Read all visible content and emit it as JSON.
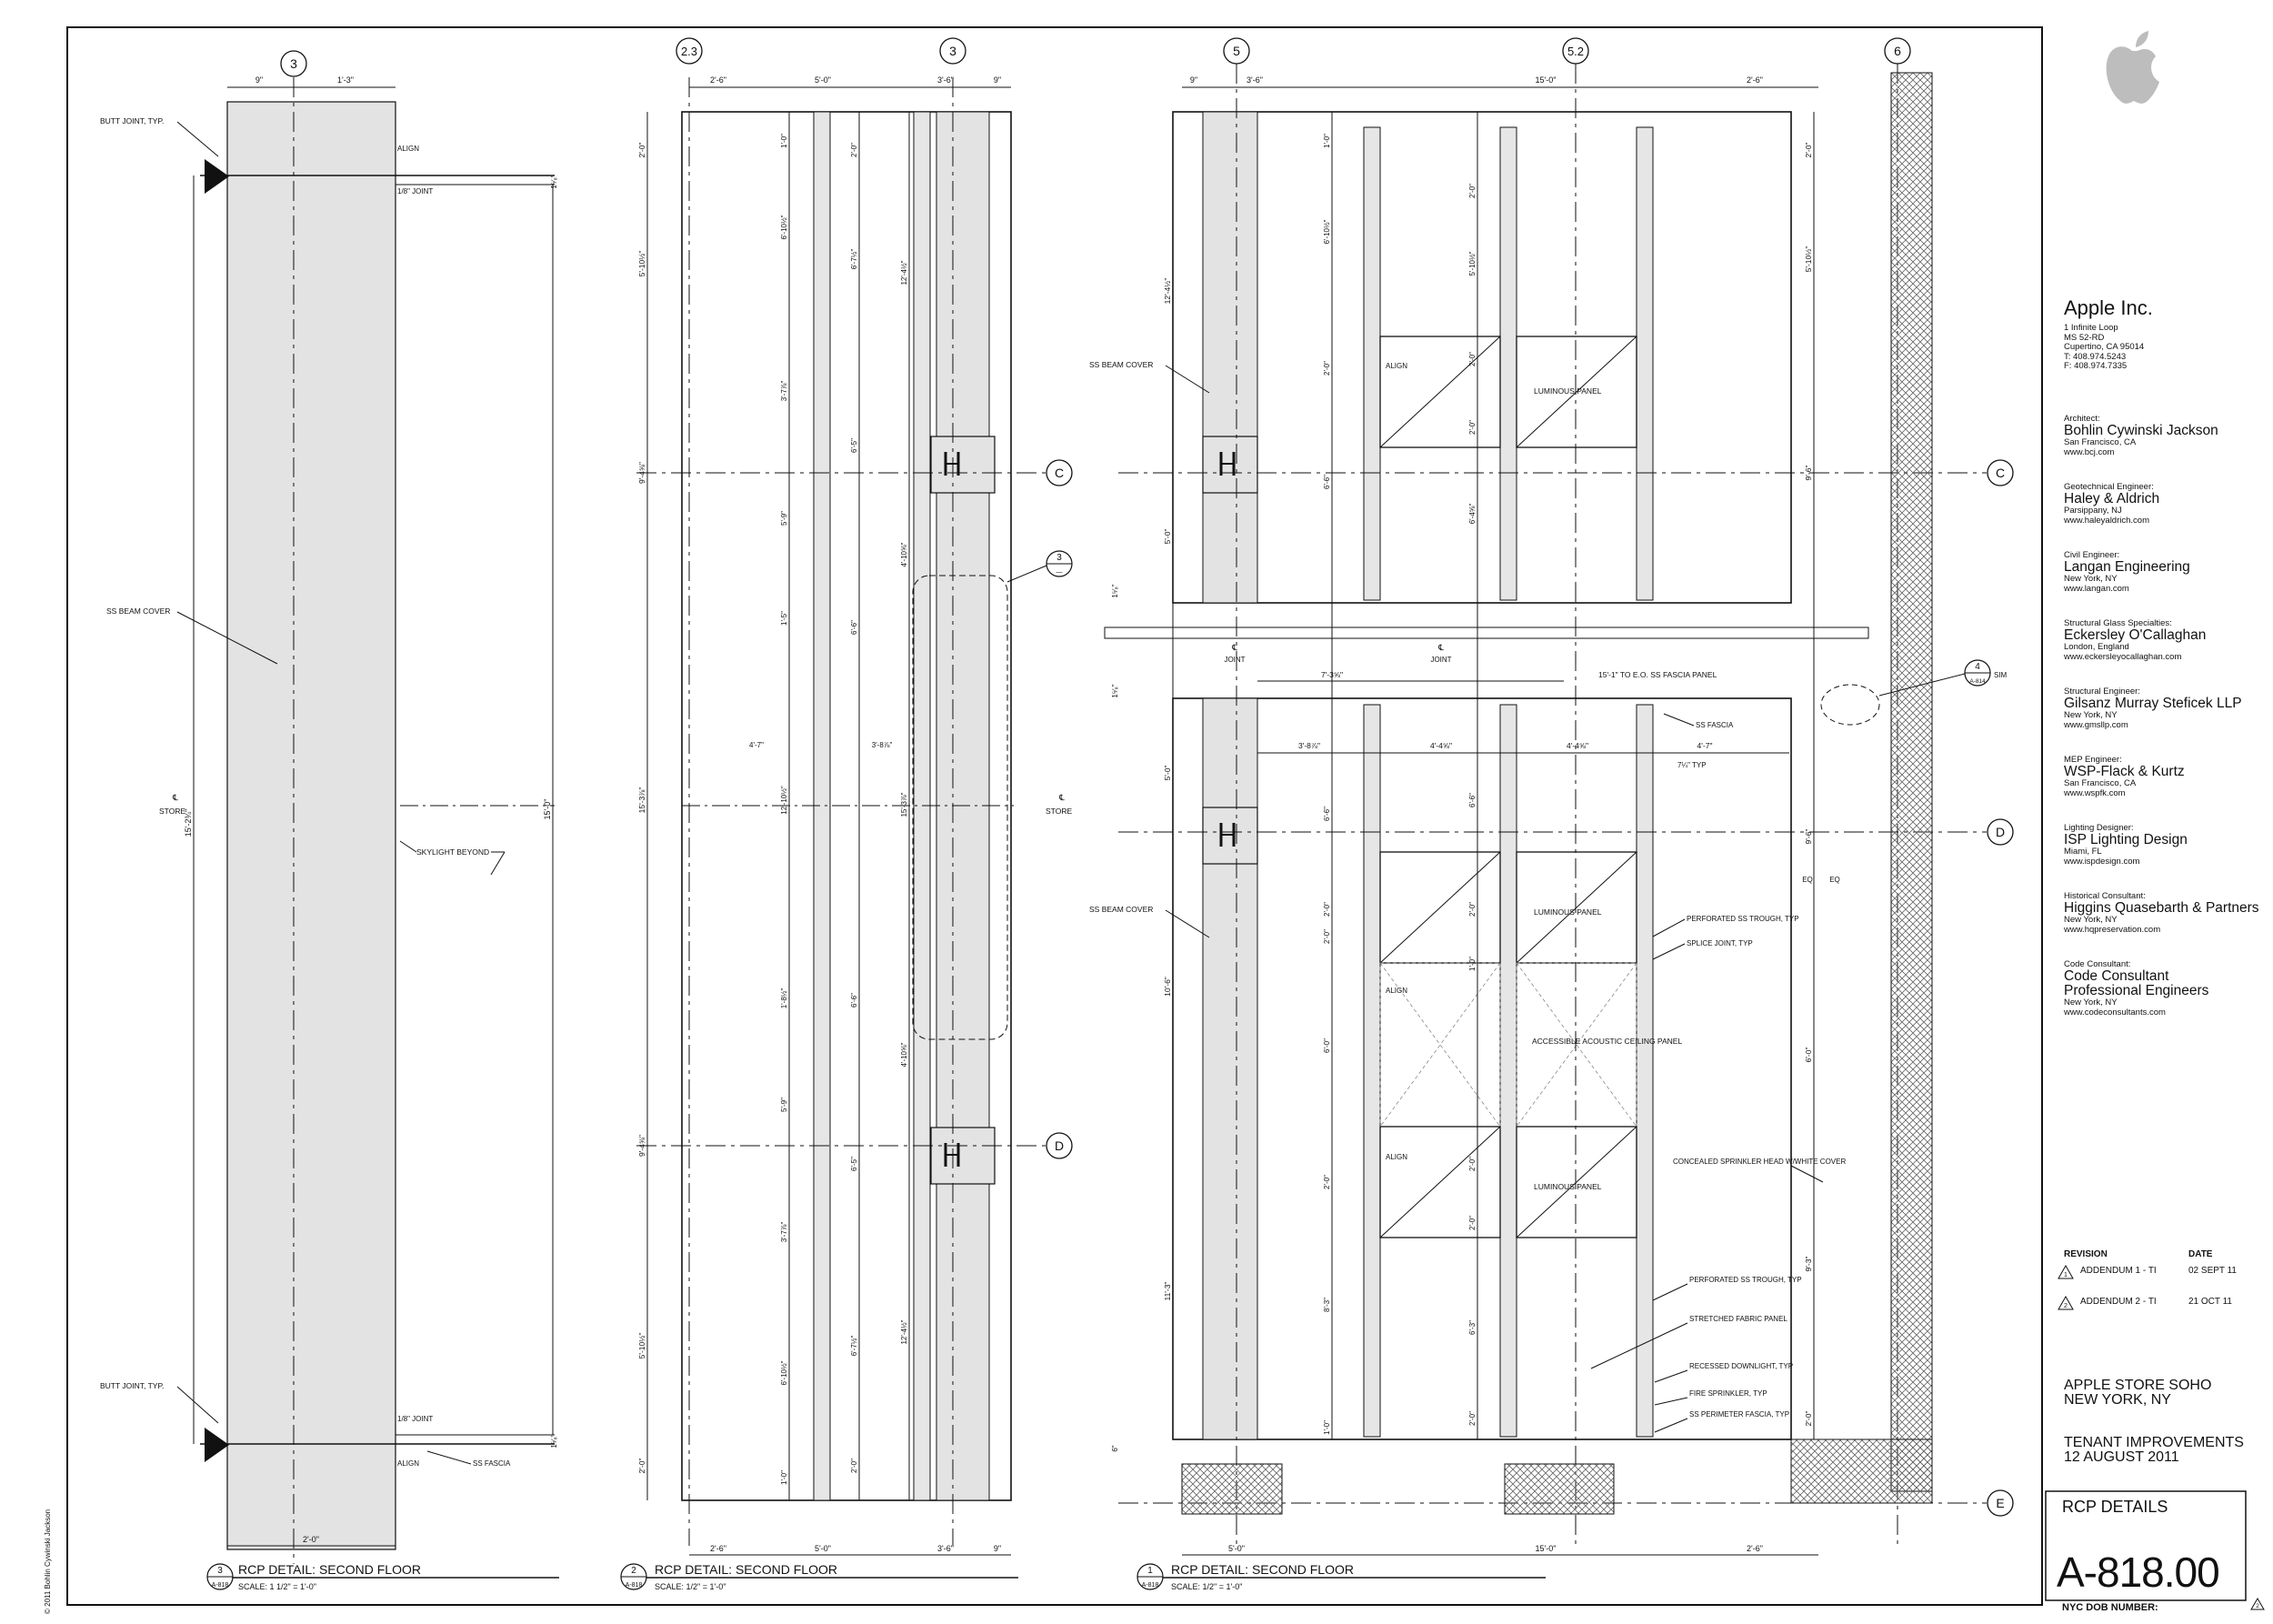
{
  "grid_bubbles": {
    "g3_detail3": "3",
    "g23": "2.3",
    "g3_detail2": "3",
    "g5": "5",
    "g52": "5.2",
    "g6": "6",
    "row_c": "C",
    "row_d": "D",
    "row_e": "E"
  },
  "detail3": {
    "dims_top": [
      "9\"",
      "1'-3\""
    ],
    "dim_bottom": "2'-0\"",
    "dim_left": "15'-2¾\"",
    "dim_right": "15'-0\"",
    "dim_small_top": "1⁵⁄₈\"",
    "dim_small_bottom": "1⁵⁄₈\"",
    "notes": {
      "butt_joint_top": "BUTT JOINT, TYP.",
      "butt_joint_bottom": "BUTT JOINT, TYP.",
      "align_top": "ALIGN",
      "joint_top": "1/8\" JOINT",
      "ss_beam_cover": "SS BEAM COVER",
      "store_cl": "℄",
      "store": "STORE",
      "skylight": "SKYLIGHT BEYOND",
      "joint_bottom": "1/8\" JOINT",
      "align_bottom": "ALIGN",
      "ss_fascia": "SS FASCIA"
    },
    "title_number": "3",
    "title_ref": "A-818",
    "title": "RCP DETAIL: SECOND FLOOR",
    "scale": "SCALE: 1 1/2\" = 1'-0\""
  },
  "detail2": {
    "dims_top": [
      "2'-6\"",
      "5'-0\"",
      "3'-6\"",
      "9\""
    ],
    "dims_bottom": [
      "2'-6\"",
      "5'-0\"",
      "3'-6\"",
      "9\""
    ],
    "dims_left": [
      "2'-0\"",
      "5'-10½\"",
      "9'-4⅝\"",
      "15'-3⅞\"",
      "9'-4⅝\"",
      "5'-10½\"",
      "2'-0\""
    ],
    "dims_mid_a": [
      "1'-0\"",
      "6'-10½\"",
      "3'-7⅞\"",
      "1'-5\"",
      "4'-7\"",
      "12'-10½\"",
      "5'-9\"",
      "1'-8½\"",
      "5'-9\"",
      "3'-7⅞\"",
      "6'-10½\"",
      "1'-0\""
    ],
    "dims_mid_b": [
      "2'-0\"",
      "6'-7½\"",
      "6'-5\"",
      "6'-6\"",
      "3'-8⅞\"",
      "6'-6\"",
      "6'-5\"",
      "6'-7½\"",
      "2'-0\""
    ],
    "dims_mid_c": [
      "12'-4½\"",
      "4'-10⅝\"",
      "15'-3⅞\"",
      "4'-10⅝\"",
      "12'-4½\""
    ],
    "callout_number": "3",
    "callout_ref": "—",
    "store_cl": "℄",
    "store": "STORE",
    "title_number": "2",
    "title_ref": "A-818",
    "title": "RCP DETAIL: SECOND FLOOR",
    "scale": "SCALE: 1/2\" = 1'-0\""
  },
  "detail1": {
    "dims_top": [
      "9\"",
      "3'-6\"",
      "15'-0\"",
      "2'-6\""
    ],
    "dims_bottom": [
      "5'-0\"",
      "15'-0\"",
      "2'-6\""
    ],
    "dims_left_col": [
      "12'-4½\"",
      "5'-0\"",
      "1⁵⁄₈\"",
      "1⁵⁄₈\"",
      "5'-0\"",
      "10'-6\"",
      "11'-3\"",
      "6\""
    ],
    "dims_inner_a": [
      "1'-0\"",
      "6'-10½\"",
      "2'-0\"",
      "6'-6\"",
      "2'-0\"",
      "6'-6\"",
      "2'-0\"",
      "6'-0\"",
      "2'-0\"",
      "8'-3\"",
      "1'-0\""
    ],
    "dims_inner_b": [
      "2'-0\"",
      "5'-10½\"",
      "2'-0\"",
      "2'-0\"",
      "6'-4⅝\"",
      "6'-6\"",
      "2'-0\"",
      "1'-0\"",
      "2'-0\"",
      "2'-0\"",
      "6'-3\"",
      "2'-0\""
    ],
    "dims_right": [
      "2'-0\"",
      "5'-10½\"",
      "9'-6\"",
      "9'-6\"",
      "6'-0\"",
      "9'-3\"",
      "2'-0\""
    ],
    "dims_row": [
      "3'-8⅞\"",
      "4'-4⅝\"",
      "4'-4⅝\"",
      "4'-7\"",
      "7'-3⅝\""
    ],
    "eq": [
      "EQ",
      "EQ"
    ],
    "notes": {
      "ss_beam_cover_top": "SS BEAM COVER",
      "align_1": "ALIGN",
      "luminous_1": "LUMINOUS PANEL",
      "cl_joint_1": "℄",
      "joint_1": "JOINT",
      "cl_joint_2": "℄",
      "joint_2": "JOINT",
      "fascia_panel": "15'-1\" TO E.O. SS FASCIA PANEL",
      "ss_fascia": "SS FASCIA",
      "typ_dim": "7¼\" TYP",
      "ss_beam_cover_bottom": "SS BEAM COVER",
      "luminous_2": "LUMINOUS PANEL",
      "perforated_trough": "PERFORATED SS TROUGH, TYP",
      "splice_joint": "SPLICE JOINT, TYP",
      "align_2": "ALIGN",
      "accessible": "ACCESSIBLE ACOUSTIC CEILING PANEL",
      "align_3": "ALIGN",
      "luminous_3": "LUMINOUS PANEL",
      "concealed": "CONCEALED SPRINKLER HEAD W/WHITE COVER",
      "perforated_trough_2": "PERFORATED SS TROUGH, TYP",
      "stretched": "STRETCHED FABRIC PANEL",
      "recessed": "RECESSED DOWNLIGHT, TYP",
      "fire_sprinkler": "FIRE SPRINKLER, TYP",
      "perimeter": "SS PERIMETER FASCIA, TYP"
    },
    "callout_number": "4",
    "callout_ref": "A-814",
    "callout_sim": "SIM",
    "title_number": "1",
    "title_ref": "A-818",
    "title": "RCP DETAIL: SECOND FLOOR",
    "scale": "SCALE: 1/2\" = 1'-0\""
  },
  "title_block": {
    "company": "Apple Inc.",
    "company_lines": [
      "1 Infinite Loop",
      "MS 52-RD",
      "Cupertino, CA 95014",
      "T: 408.974.5243",
      "F: 408.974.7335"
    ],
    "consultants": [
      {
        "role": "Architect:",
        "name": "Bohlin Cywinski Jackson",
        "lines": [
          "San Francisco, CA",
          "www.bcj.com"
        ]
      },
      {
        "role": "Geotechnical Engineer:",
        "name": "Haley & Aldrich",
        "lines": [
          "Parsippany, NJ",
          "www.haleyaldrich.com"
        ]
      },
      {
        "role": "Civil Engineer:",
        "name": "Langan Engineering",
        "lines": [
          "New York, NY",
          "www.langan.com"
        ]
      },
      {
        "role": "Structural Glass Specialties:",
        "name": "Eckersley O'Callaghan",
        "lines": [
          "London, England",
          "www.eckersleyocallaghan.com"
        ]
      },
      {
        "role": "Structural Engineer:",
        "name": "Gilsanz Murray Steficek LLP",
        "lines": [
          "New York, NY",
          "www.gmsllp.com"
        ]
      },
      {
        "role": "MEP Engineer:",
        "name": "WSP-Flack & Kurtz",
        "lines": [
          "San Francisco, CA",
          "www.wspfk.com"
        ]
      },
      {
        "role": "Lighting Designer:",
        "name": "ISP Lighting Design",
        "lines": [
          "Miami, FL",
          "www.ispdesign.com"
        ]
      },
      {
        "role": "Historical Consultant:",
        "name": "Higgins Quasebarth & Partners",
        "lines": [
          "New York, NY",
          "www.hqpreservation.com"
        ]
      },
      {
        "role": "Code Consultant:",
        "name": "Code Consultant Professional Engineers",
        "lines": [
          "New York, NY",
          "www.codeconsultants.com"
        ]
      }
    ],
    "revision_header": "REVISION",
    "date_header": "DATE",
    "revisions": [
      {
        "mark": "1",
        "label": "ADDENDUM 1 - TI",
        "date": "02 SEPT 11"
      },
      {
        "mark": "2",
        "label": "ADDENDUM 2 - TI",
        "date": "21 OCT 11"
      }
    ],
    "project_line1": "APPLE STORE SOHO",
    "project_line2": "NEW YORK, NY",
    "phase_line1": "TENANT IMPROVEMENTS",
    "phase_line2": "12 AUGUST 2011",
    "sheet_title": "RCP DETAILS",
    "sheet_number": "A-818.00",
    "dob_label": "NYC DOB NUMBER:",
    "corner_mark": "2"
  },
  "copyright": "© 2011 Bohlin Cywinski Jackson"
}
